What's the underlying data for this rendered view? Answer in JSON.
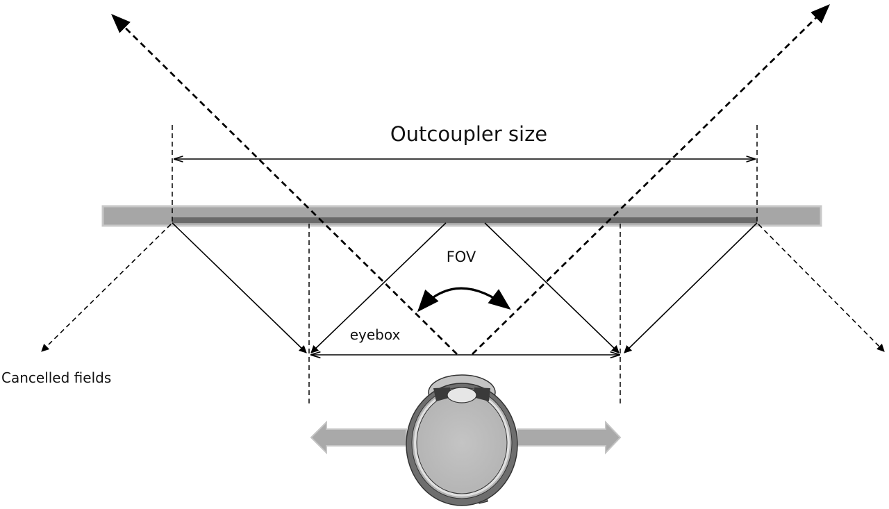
{
  "labels": {
    "outcoupler": "Outcoupler size",
    "fov": "FOV",
    "eyebox": "eyebox",
    "cancelled": "Cancelled fields"
  },
  "colors": {
    "waveguide_fill": "#a6a6a6",
    "waveguide_edge": "#c8c8c8",
    "outcoupler_fill": "#6a6a6a",
    "line": "#000000",
    "eye_outer": "#6e6e6e",
    "eye_inner": "#bfbfbf",
    "eye_dark": "#3a3a3a",
    "lens": "#e6e6e6",
    "motion_arrow": "#a9a9a9"
  },
  "elements": {
    "waveguide": "waveguide-slab",
    "outcoupler": "outcoupler-grating",
    "eye": "eye-icon",
    "motion": "double-arrow-icon"
  }
}
